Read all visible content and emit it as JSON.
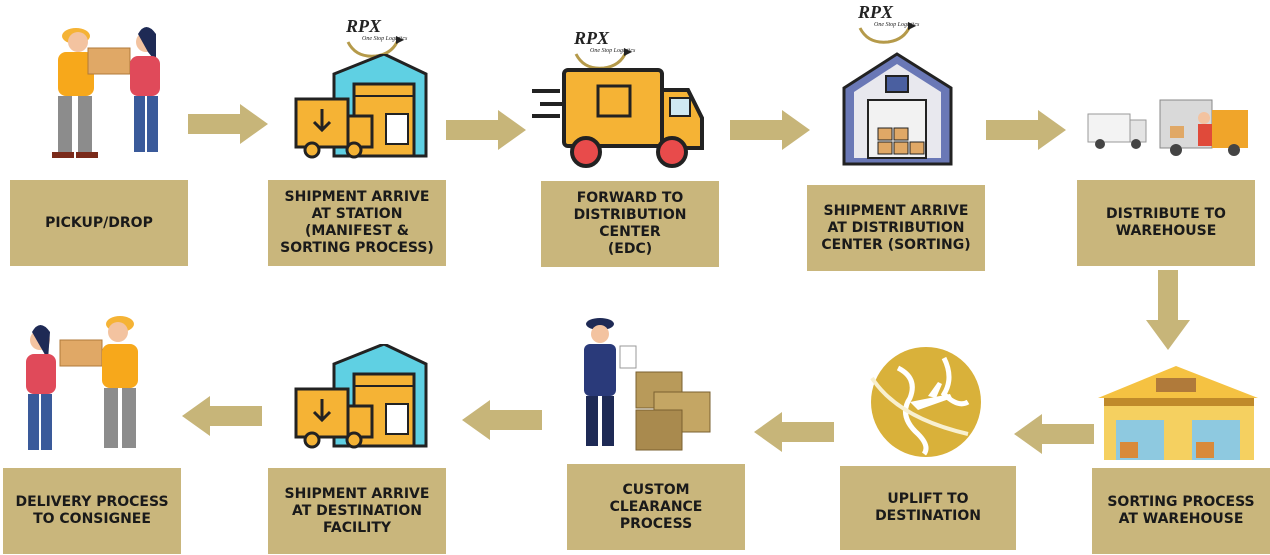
{
  "colors": {
    "box": "#c9b67c",
    "arrow": "#c7b579",
    "truck_yellow": "#f5b335",
    "building_blue": "#5fd0e3",
    "text": "#1a1a1a"
  },
  "logo": {
    "brand": "RPX",
    "tagline": "One Stop Logistics"
  },
  "steps": [
    {
      "label": "PICKUP/DROP",
      "icon": "handover-people-icon"
    },
    {
      "label": "SHIPMENT ARRIVE\nAT STATION\n(MANIFEST &\nSORTING PROCESS)",
      "icon": "station-truck-icon"
    },
    {
      "label": "FORWARD TO\nDISTRIBUTION\nCENTER\n(EDC)",
      "icon": "delivery-truck-icon"
    },
    {
      "label": "SHIPMENT ARRIVE\nAT DISTRIBUTION\nCENTER (SORTING)",
      "icon": "warehouse-icon"
    },
    {
      "label": "DISTRIBUTE TO\nWAREHOUSE",
      "icon": "vans-icon"
    },
    {
      "label": "SORTING PROCESS\nAT WAREHOUSE",
      "icon": "sorting-warehouse-icon"
    },
    {
      "label": "UPLIFT TO\nDESTINATION",
      "icon": "globe-plane-icon"
    },
    {
      "label": "CUSTOM\nCLEARANCE\nPROCESS",
      "icon": "customs-officer-icon"
    },
    {
      "label": "SHIPMENT ARRIVE\nAT DESTINATION\nFACILITY",
      "icon": "facility-truck-icon"
    },
    {
      "label": "DELIVERY PROCESS\nTO CONSIGNEE",
      "icon": "delivery-people-icon"
    }
  ]
}
